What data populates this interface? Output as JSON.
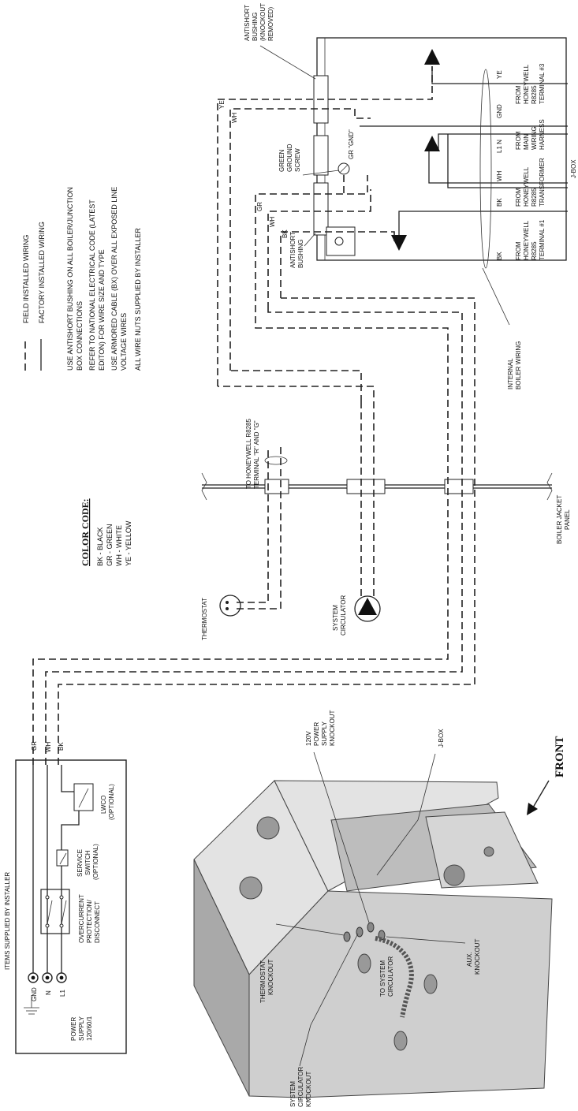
{
  "legend": {
    "field_wiring": "FIELD INSTALLED WIRING",
    "factory_wiring": "FACTORY INSTALLED WIRING",
    "note1": "USE ANTISHORT BUSHING ON ALL BOILER/JUNCTION",
    "note1b": "BOX CONNECTIONS",
    "note2": "REFER TO NATIONAL ELECTRICAL CODE (LATEST",
    "note2b": "EDITON) FOR WIRE SIZE AND TYPE",
    "note3": "USE ARMORED CABLE (BX) OVER ALL EXPOSED LINE",
    "note3b": "VOLTAGE WIRES",
    "note4": "ALL WIRE NUTS SUPPLIED BY INSTALLER"
  },
  "color_code": {
    "title": "COLOR CODE:",
    "bk": "BK - BLACK",
    "gr": "GR - GREEN",
    "wh": "WH - WHITE",
    "ye": "YE - YELLOW"
  },
  "jbox": {
    "antishort_removed": [
      "ANTISHORT",
      "BUSHING",
      "(KNOCKOUT",
      "REMOVED)"
    ],
    "green_ground": [
      "GREEN",
      "GROUND",
      "SCREW"
    ],
    "gr_gnd": "GR \"GND\"",
    "antishort_bushing": [
      "ANTISHORT",
      "BUSHING"
    ],
    "internal_wiring": [
      "INTERNAL",
      "BOILER WIRING"
    ],
    "label": "J-BOX",
    "wire_ye": "YE",
    "wire_wh": "WH",
    "wire_gr": "GR",
    "wire_bk": "BK",
    "term_bk1": "BK",
    "term_bk2": "BK",
    "term_wh": "WH",
    "term_l1n": "L1 N",
    "term_gnd": "GND",
    "term_ye": "YE",
    "from_r8285_t1": [
      "FROM",
      "HONEYWELL",
      "R8285",
      "TERMINAL #1"
    ],
    "from_transformer": [
      "FROM",
      "HONEYWELL",
      "R8285",
      "TRANSFORMER"
    ],
    "from_main": [
      "FROM",
      "MAIN",
      "WIRING",
      "HARNESS"
    ],
    "from_r8285_t3": [
      "FROM",
      "HONEYWELL",
      "R8285",
      "TERMINAL #3"
    ]
  },
  "middle": {
    "to_honeywell": [
      "TO HONEYWELL R8285",
      "TERMINAL \"R\" AND \"G\""
    ],
    "thermostat": "THERMOSTAT",
    "circulator": [
      "SYSTEM",
      "CIRCULATOR"
    ],
    "jacket": [
      "BOILER JACKET",
      "PANEL"
    ]
  },
  "power": {
    "items_supplied": "ITEMS SUPPLIED BY INSTALLER",
    "gnd": "GND",
    "n": "N",
    "l1": "L1",
    "supply": [
      "POWER",
      "SUPPLY",
      "120/60/1"
    ],
    "overcurrent": [
      "OVERCURRENT",
      "PROTECTION/",
      "DISCONNECT"
    ],
    "service_switch": [
      "SERVICE",
      "SWITCH",
      "(OPTIONAL)"
    ],
    "lwco": [
      "LWCO",
      "(OPTIONAL)"
    ],
    "wire_gr": "GR",
    "wire_wh": "WH",
    "wire_bk": "BK"
  },
  "boiler": {
    "knockout_120v": [
      "120V",
      "POWER",
      "SUPPLY",
      "KNOCKOUT"
    ],
    "jbox": "J-BOX",
    "front": "FRONT",
    "thermostat_ko": [
      "THERMOSTAT",
      "KNOCKOUT"
    ],
    "to_circ": [
      "TO SYSTEM",
      "CIRCULATOR"
    ],
    "aux_ko": [
      "AUX.",
      "KNOCKOUT"
    ],
    "circ_ko": [
      "SYSTEM",
      "CIRCULATOR",
      "KNOCKOUT"
    ]
  }
}
